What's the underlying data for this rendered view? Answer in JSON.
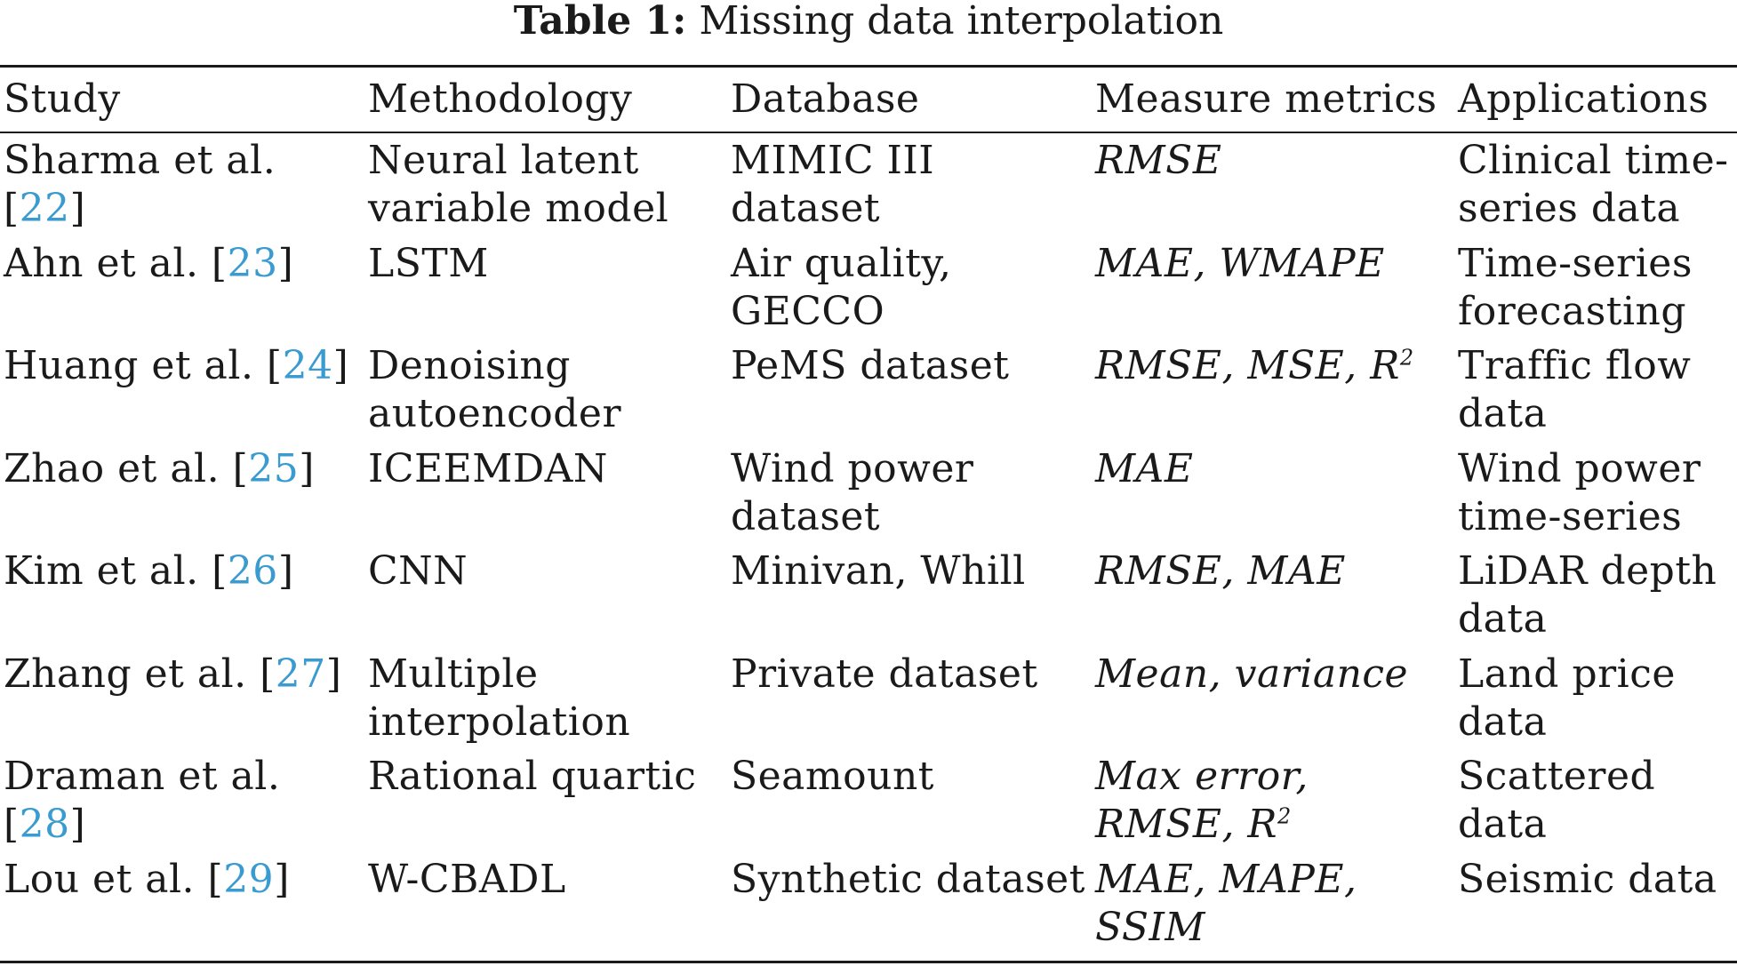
{
  "caption": {
    "label": "Table 1:",
    "title": "Missing data interpolation"
  },
  "table": {
    "headers": [
      "Study",
      "Methodology",
      "Database",
      "Measure metrics",
      "Applications"
    ],
    "rows": [
      {
        "study": "Sharma et al.",
        "ref": "22",
        "methodology": "Neural latent variable model",
        "database": "MIMIC III dataset",
        "metrics": "RMSE",
        "metrics_sup": "",
        "applications": "Clinical time-series data"
      },
      {
        "study": "Ahn et al.",
        "ref": "23",
        "methodology": "LSTM",
        "database": "Air quality, GECCO",
        "metrics": "MAE, WMAPE",
        "metrics_sup": "",
        "applications": "Time-series forecasting"
      },
      {
        "study": "Huang et al.",
        "ref": "24",
        "methodology": "Denoising autoencoder",
        "database": "PeMS dataset",
        "metrics": "RMSE, MSE, R",
        "metrics_sup": "2",
        "applications": "Traffic flow data"
      },
      {
        "study": "Zhao et al.",
        "ref": "25",
        "methodology": "ICEEMDAN",
        "database": "Wind power dataset",
        "metrics": "MAE",
        "metrics_sup": "",
        "applications": "Wind power time-series"
      },
      {
        "study": "Kim et al.",
        "ref": "26",
        "methodology": "CNN",
        "database": "Minivan, Whill",
        "metrics": "RMSE, MAE",
        "metrics_sup": "",
        "applications": "LiDAR depth data"
      },
      {
        "study": "Zhang et al.",
        "ref": "27",
        "methodology": "Multiple interpolation",
        "database": "Private dataset",
        "metrics": "Mean, variance",
        "metrics_sup": "",
        "applications": "Land price data"
      },
      {
        "study": "Draman et al.",
        "ref": "28",
        "methodology": "Rational quartic",
        "database": "Seamount",
        "metrics": "Max error, RMSE, R",
        "metrics_sup": "2",
        "applications": "Scattered data"
      },
      {
        "study": "Lou et al.",
        "ref": "29",
        "methodology": "W-CBADL",
        "database": "Synthetic dataset",
        "metrics": "MAE, MAPE, SSIM",
        "metrics_sup": "",
        "applications": "Seismic data"
      }
    ]
  },
  "colors": {
    "text": "#1a1a1a",
    "reference_link": "#3a9bd0",
    "background": "#ffffff"
  }
}
